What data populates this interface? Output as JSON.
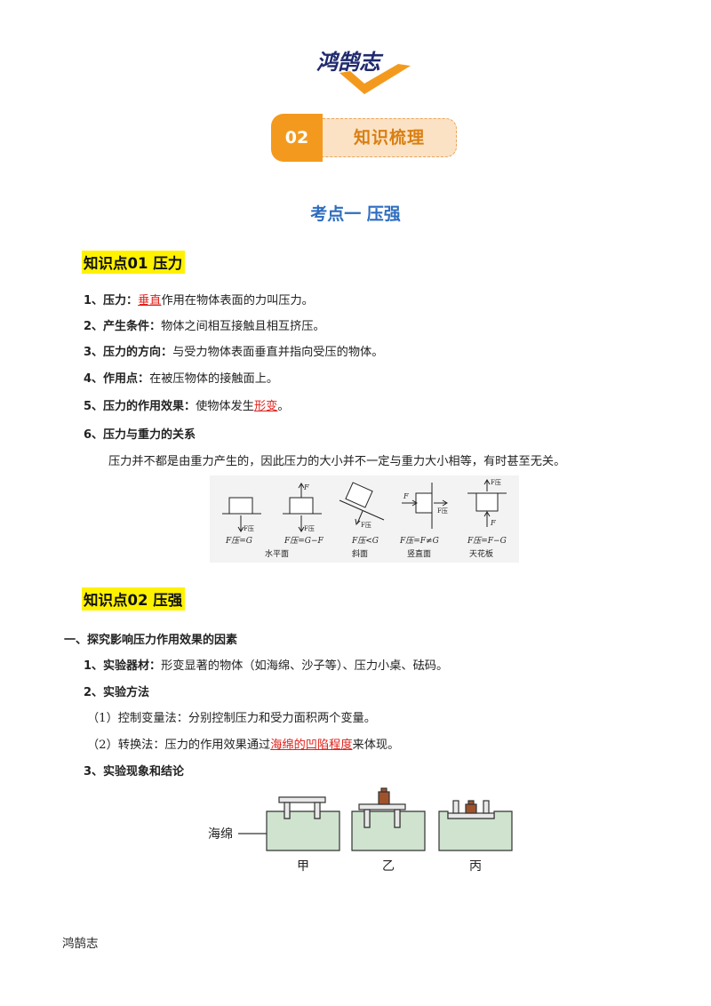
{
  "logo": {
    "text": "鸿鹄志"
  },
  "badge": {
    "number": "02",
    "label": "知识梳理"
  },
  "section_title": "考点一  压强",
  "kp1": {
    "title": "知识点01  压力",
    "items": [
      {
        "num": "1、",
        "term": "压力：",
        "pre": "",
        "red": "垂直",
        "post": "作用在物体表面的力叫压力。"
      },
      {
        "num": "2、",
        "term": "产生条件：",
        "pre": "物体之间相互接触且相互挤压。",
        "red": "",
        "post": ""
      },
      {
        "num": "3、",
        "term": "压力的方向：",
        "pre": "与受力物体表面垂直并指向受压的物体。",
        "red": "",
        "post": ""
      },
      {
        "num": "4、",
        "term": "作用点：",
        "pre": "在被压物体的接触面上。",
        "red": "",
        "post": ""
      },
      {
        "num": "5、",
        "term": "压力的作用效果：",
        "pre": "使物体发生",
        "red": "形变",
        "post": "。"
      },
      {
        "num": "6、",
        "term": "压力与重力的关系",
        "pre": "",
        "red": "",
        "post": ""
      }
    ],
    "paragraph": "压力并不都是由重力产生的，因此压力的大小并不一定与重力大小相等，有时甚至无关。",
    "figure": {
      "eqs": [
        "F压=G",
        "F压=G−F",
        "F压<G",
        "F压=F≠G",
        "F压=F−G"
      ],
      "captions": [
        "水平面",
        "斜面",
        "竖直面",
        "天花板"
      ],
      "F": "F",
      "Fpress": "F压"
    }
  },
  "kp2": {
    "title": "知识点02  压强",
    "heading1": "一、探究影响压力作用效果的因素",
    "item1_num": "1、",
    "item1_term": "实验器材：",
    "item1_text": "形变显著的物体（如海绵、沙子等）、压力小桌、砝码。",
    "item2": "2、实验方法",
    "sub1": "（1）控制变量法：分别控制压力和受力面积两个变量。",
    "sub2_pre": "（2）转换法：压力的作用效果通过",
    "sub2_red": "海绵的凹陷程度",
    "sub2_post": "来体现。",
    "item3": "3、实验现象和结论",
    "figure": {
      "sponge_label": "海绵",
      "labels": [
        "甲",
        "乙",
        "丙"
      ]
    }
  },
  "footer": "鸿鹄志"
}
